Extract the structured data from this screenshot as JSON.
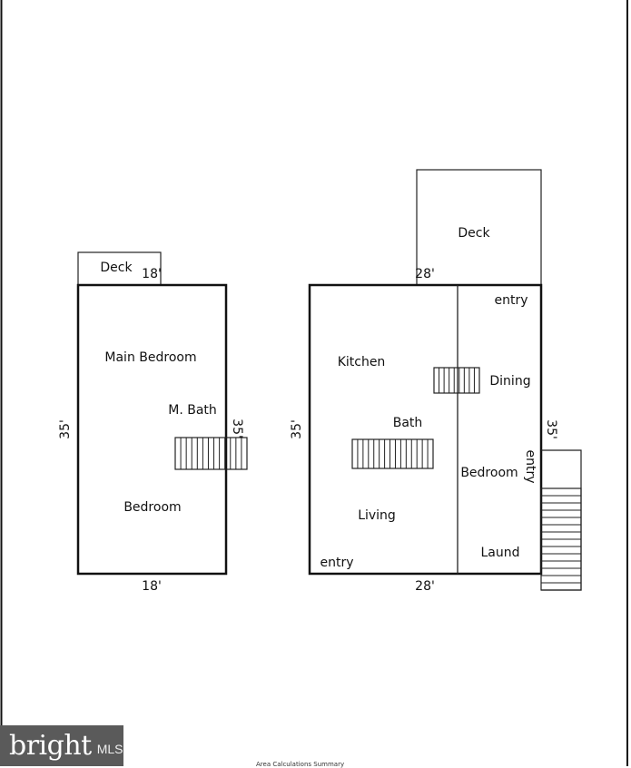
{
  "left_plan": {
    "deck": "Deck",
    "deck_width": "18'",
    "main_bedroom": "Main Bedroom",
    "m_bath": "M. Bath",
    "bedroom": "Bedroom",
    "left_dim": "35'",
    "right_dim": "35'",
    "bottom_dim": "18'"
  },
  "right_plan": {
    "deck": "Deck",
    "top_dim": "28'",
    "entry_top": "entry",
    "kitchen": "Kitchen",
    "dining": "Dining",
    "bath": "Bath",
    "bedroom": "Bedroom",
    "living": "Living",
    "laund": "Laund",
    "entry_bottom": "entry",
    "entry_side": "entry",
    "left_dim": "35'",
    "right_dim": "35'",
    "bottom_dim": "28'"
  },
  "logo": {
    "brand": "bright",
    "suffix": "MLS"
  },
  "footer": {
    "cut_text": "Area Calculations Summary"
  }
}
